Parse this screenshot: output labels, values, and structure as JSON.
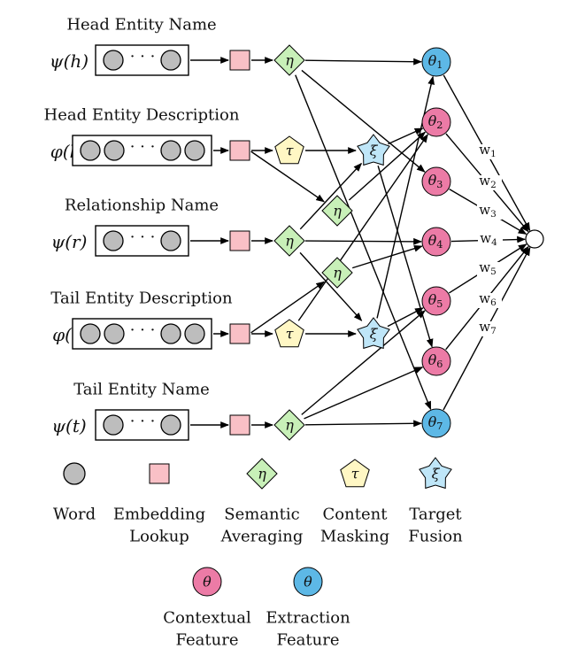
{
  "rows": [
    {
      "title": "Head Entity Name",
      "func": "ψ(h)",
      "words": "single",
      "op": "η",
      "op_kind": "averaging"
    },
    {
      "title": "Head Entity Description",
      "func": "φ(h)",
      "words": "double",
      "op": "τ",
      "op_kind": "masking"
    },
    {
      "title": "Relationship Name",
      "func": "ψ(r)",
      "words": "single",
      "op": "η",
      "op_kind": "averaging"
    },
    {
      "title": "Tail Entity Description",
      "func": "φ(t)",
      "words": "double",
      "op": "τ",
      "op_kind": "masking"
    },
    {
      "title": "Tail Entity Name",
      "func": "ψ(t)",
      "words": "single",
      "op": "η",
      "op_kind": "averaging"
    }
  ],
  "dots": "· · ·",
  "middle_nodes": [
    {
      "id": "xi_top",
      "label": "ξ",
      "kind": "fusion"
    },
    {
      "id": "eta_mid_top",
      "label": "η",
      "kind": "averaging"
    },
    {
      "id": "eta_mid_bottom",
      "label": "η",
      "kind": "averaging"
    },
    {
      "id": "xi_bottom",
      "label": "ξ",
      "kind": "fusion"
    }
  ],
  "features": [
    {
      "label": "θ",
      "index": "1",
      "kind": "extraction"
    },
    {
      "label": "θ",
      "index": "2",
      "kind": "contextual"
    },
    {
      "label": "θ",
      "index": "3",
      "kind": "contextual"
    },
    {
      "label": "θ",
      "index": "4",
      "kind": "contextual"
    },
    {
      "label": "θ",
      "index": "5",
      "kind": "contextual"
    },
    {
      "label": "θ",
      "index": "6",
      "kind": "contextual"
    },
    {
      "label": "θ",
      "index": "7",
      "kind": "extraction"
    }
  ],
  "weights": [
    {
      "label": "w",
      "index": "1"
    },
    {
      "label": "w",
      "index": "2"
    },
    {
      "label": "w",
      "index": "3"
    },
    {
      "label": "w",
      "index": "4"
    },
    {
      "label": "w",
      "index": "5"
    },
    {
      "label": "w",
      "index": "6"
    },
    {
      "label": "w",
      "index": "7"
    }
  ],
  "legend": {
    "row1": [
      {
        "kind": "word",
        "label": [
          "Word"
        ]
      },
      {
        "kind": "embedding",
        "label": [
          "Embedding",
          "Lookup"
        ]
      },
      {
        "kind": "averaging",
        "symbol": "η",
        "label": [
          "Semantic",
          "Averaging"
        ]
      },
      {
        "kind": "masking",
        "symbol": "τ",
        "label": [
          "Content",
          "Masking"
        ]
      },
      {
        "kind": "fusion",
        "symbol": "ξ",
        "label": [
          "Target",
          "Fusion"
        ]
      }
    ],
    "row2": [
      {
        "kind": "contextual",
        "symbol": "θ",
        "label": [
          "Contextual",
          "Feature"
        ]
      },
      {
        "kind": "extraction",
        "symbol": "θ",
        "label": [
          "Extraction",
          "Feature"
        ]
      }
    ]
  },
  "colors": {
    "word": "#bdbdbd",
    "embedding": "#f9c0c6",
    "averaging": "#c8f0b8",
    "masking": "#fff7c4",
    "fusion": "#bfe6f8",
    "contextual": "#ec7ba6",
    "extraction": "#5db8e6"
  }
}
